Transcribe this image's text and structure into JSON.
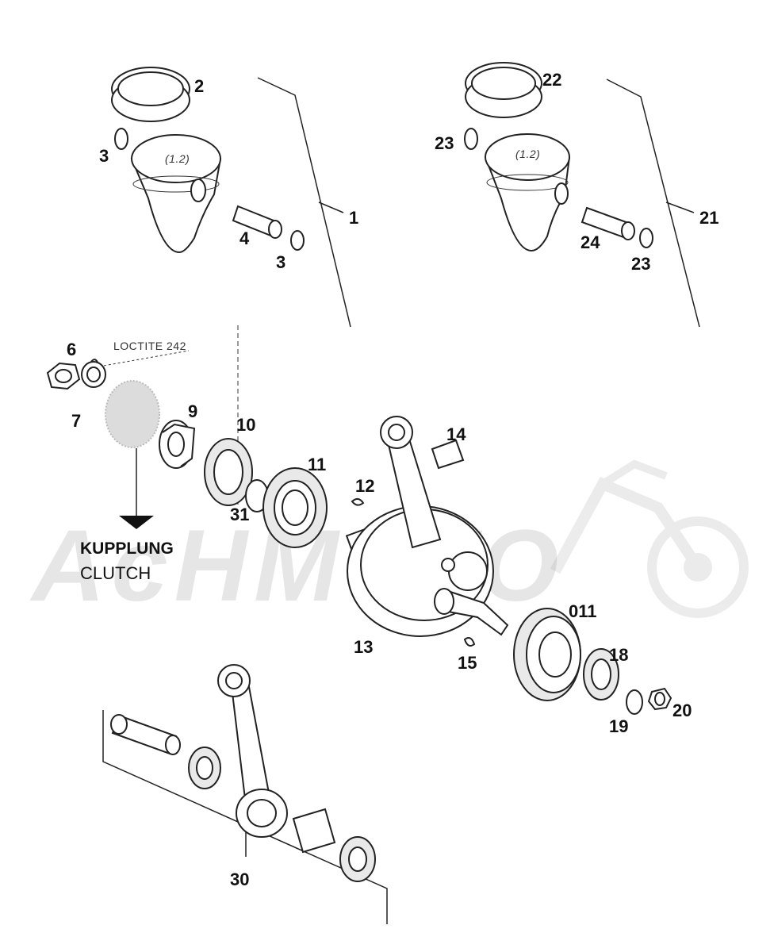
{
  "watermark": {
    "text": "AcHMoTO",
    "color": "#e6e6e6"
  },
  "callouts": {
    "c1": "1",
    "c2": "2",
    "c3a": "3",
    "c3b": "3",
    "c4": "4",
    "c6": "6",
    "c7": "7",
    "c9": "9",
    "c10": "10",
    "c11": "11",
    "c12": "12",
    "c13": "13",
    "c14": "14",
    "c15": "15",
    "c011": "011",
    "c18": "18",
    "c19": "19",
    "c20": "20",
    "c21": "21",
    "c22": "22",
    "c23a": "23",
    "c23b": "23",
    "c24": "24",
    "c30": "30",
    "c31": "31"
  },
  "piston_marks": {
    "left": "(1.2)",
    "right": "(1.2)"
  },
  "loctite_note": "LOCTITE 242",
  "clutch_ref": {
    "de": "KUPPLUNG",
    "en": "CLUTCH"
  }
}
